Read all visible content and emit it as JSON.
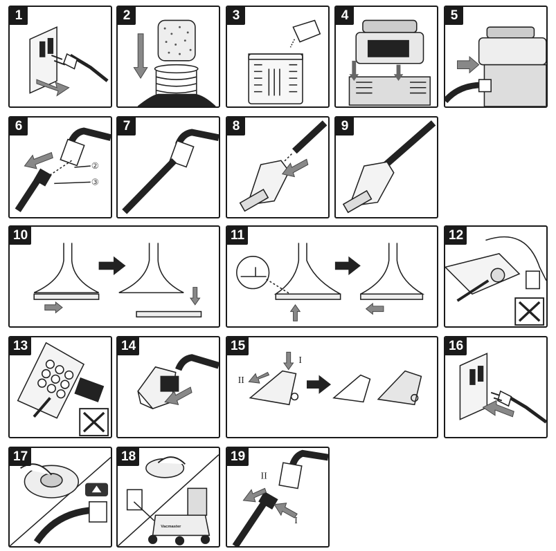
{
  "steps": [
    {
      "number": "1"
    },
    {
      "number": "2"
    },
    {
      "number": "3"
    },
    {
      "number": "4"
    },
    {
      "number": "5"
    },
    {
      "number": "6"
    },
    {
      "number": "7"
    },
    {
      "number": "8"
    },
    {
      "number": "9"
    },
    {
      "number": "10"
    },
    {
      "number": "11"
    },
    {
      "number": "12"
    },
    {
      "number": "13"
    },
    {
      "number": "14"
    },
    {
      "number": "15"
    },
    {
      "number": "16"
    },
    {
      "number": "17"
    },
    {
      "number": "18"
    },
    {
      "number": "19"
    }
  ],
  "callouts": {
    "circled_two": "②",
    "circled_three": "③",
    "label_one": "I",
    "label_two": "II"
  },
  "brand_text": "Vacmaster"
}
